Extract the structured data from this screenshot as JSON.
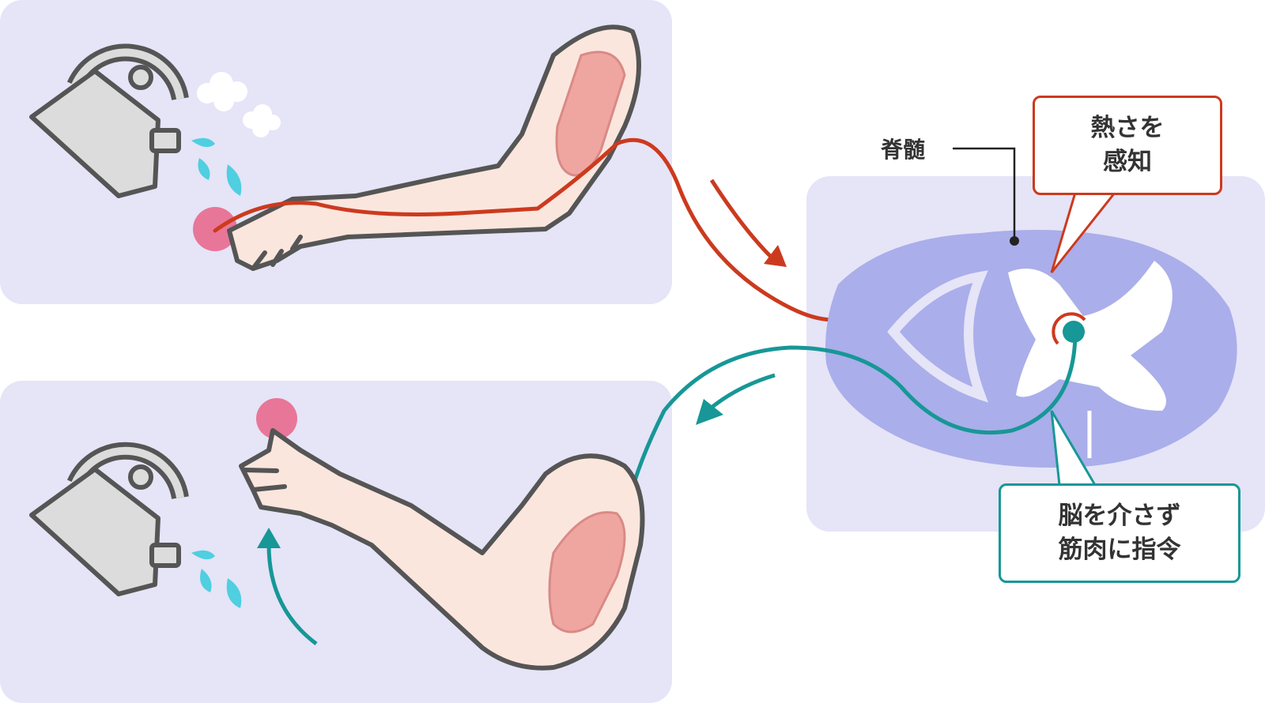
{
  "labels": {
    "spinal_cord": "脊髄",
    "detect_heat": {
      "line1": "熱さを",
      "line2": "感知"
    },
    "command": {
      "line1": "脳を介さず",
      "line2": "筋肉に指令"
    }
  },
  "colors": {
    "panel_bg": "#e6e4f7",
    "cord_outer": "#aaaeea",
    "sensory_nerve": "#cc3a1e",
    "motor_nerve": "#179797",
    "skin": "#fbe6de",
    "outline": "#555555",
    "kettle": "#dcdcdc",
    "water": "#4fcfe0",
    "muscle": "#f0a6a0"
  },
  "icons": {
    "kettle": "kettle-icon",
    "steam": "steam-cloud-icon",
    "water": "water-drop-icon",
    "heat": "heat-spot-icon"
  }
}
